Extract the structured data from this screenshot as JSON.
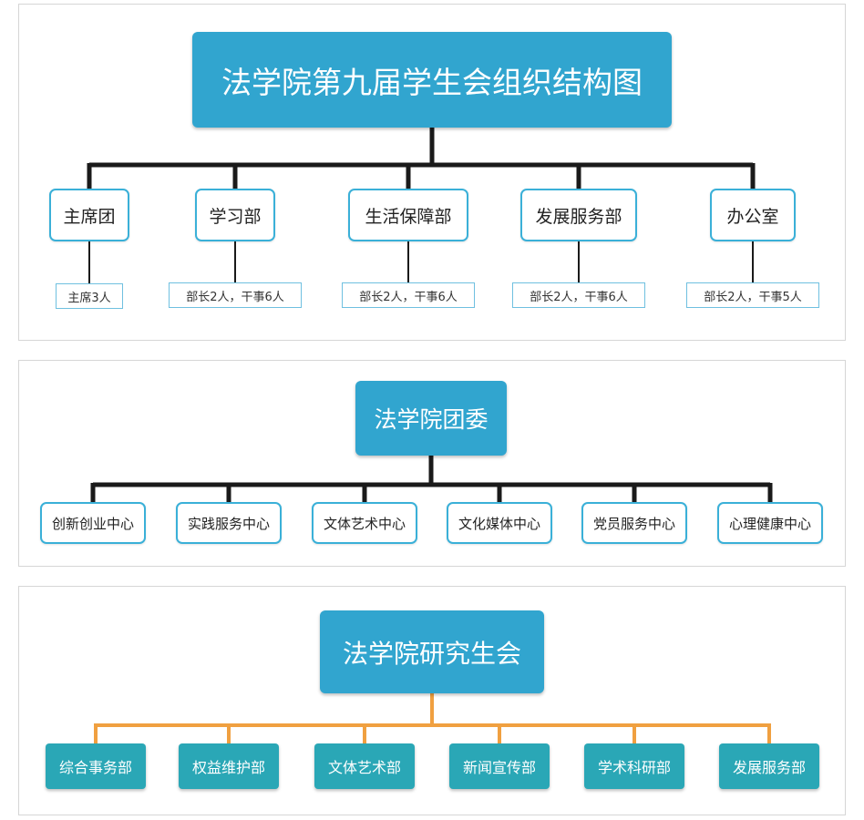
{
  "student_union": {
    "title": "法学院第九届学生会组织结构图",
    "departments": [
      {
        "name": "主席团",
        "staff": "主席3人"
      },
      {
        "name": "学习部",
        "staff": "部长2人，干事6人"
      },
      {
        "name": "生活保障部",
        "staff": "部长2人，干事6人"
      },
      {
        "name": "发展服务部",
        "staff": "部长2人，干事6人"
      },
      {
        "name": "办公室",
        "staff": "部长2人，干事5人"
      }
    ]
  },
  "youth_league": {
    "title": "法学院团委",
    "centers": [
      "创新创业中心",
      "实践服务中心",
      "文体艺术中心",
      "文化媒体中心",
      "党员服务中心",
      "心理健康中心"
    ]
  },
  "graduate_union": {
    "title": "法学院研究生会",
    "departments": [
      "综合事务部",
      "权益维护部",
      "文体艺术部",
      "新闻宣传部",
      "学术科研部",
      "发展服务部"
    ]
  },
  "colors": {
    "title_fill": "#31a5cf",
    "node_border": "#3ab0d8",
    "connector_dark": "#1a1a1a",
    "connector_orange": "#f0a040",
    "graduate_fill": "#2aa7b6"
  }
}
